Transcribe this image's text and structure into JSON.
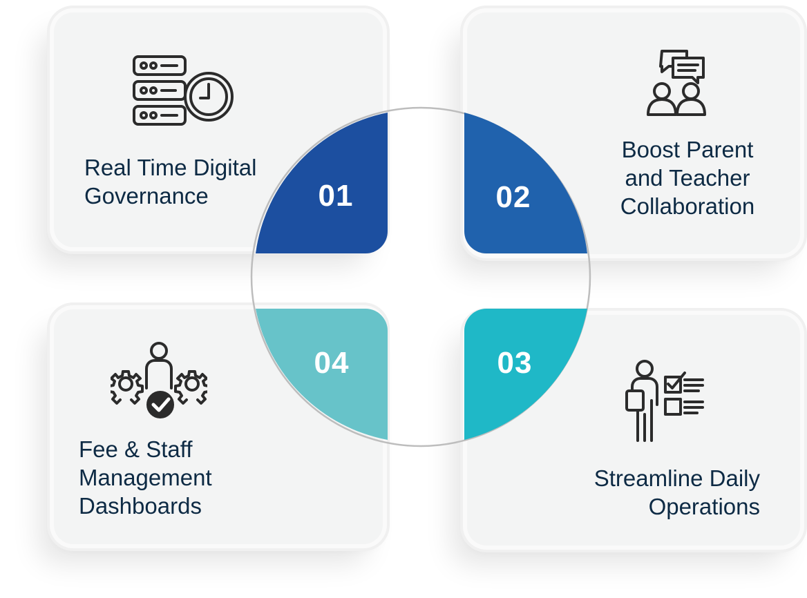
{
  "items": [
    {
      "number": "01",
      "label": "Real Time Digital\nGovernance",
      "icon": "server-clock-icon",
      "color": "#1c4fa0"
    },
    {
      "number": "02",
      "label": "Boost Parent\nand Teacher\nCollaboration",
      "icon": "chat-people-icon",
      "color": "#2062ad"
    },
    {
      "number": "03",
      "label": "Streamline Daily\nOperations",
      "icon": "person-checklist-icon",
      "color": "#1fb8c7"
    },
    {
      "number": "04",
      "label": "Fee & Staff\nManagement\nDashboards",
      "icon": "person-gears-check-icon",
      "color": "#67c3c9"
    }
  ],
  "colors": {
    "card_bg": "#f3f4f4",
    "text": "#0d2a44",
    "ring": "#bdbdbd"
  }
}
